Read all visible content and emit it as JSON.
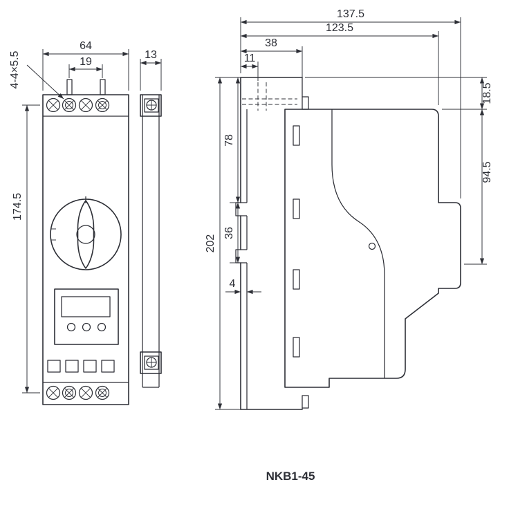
{
  "title": "NKB1-45",
  "colors": {
    "line_color": "#2d2f36"
  },
  "front_view": {
    "dims": {
      "width": "64",
      "hole_pitch": "19",
      "bracket_width": "13",
      "mounting_holes": "4-4×5.5",
      "height": "174.5"
    }
  },
  "side_view": {
    "dims": {
      "total_depth": "137.5",
      "body_depth": "123.5",
      "top_offset": "38",
      "screw_offset": "11",
      "height": "202",
      "upper_section": "78",
      "din_rail": "36",
      "plate_thickness": "4",
      "top_step": "18.5",
      "front_depth": "94.5"
    }
  }
}
